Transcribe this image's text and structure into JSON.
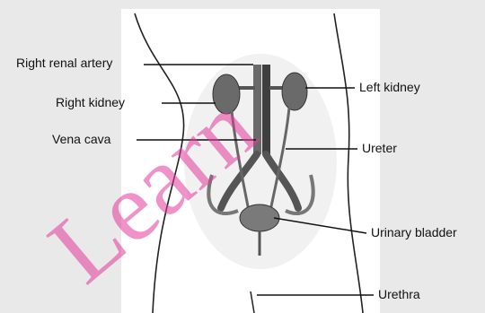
{
  "labels": {
    "right_renal_artery": "Right renal artery",
    "right_kidney": "Right kidney",
    "vena_cava": "Vena cava",
    "left_kidney": "Left kidney",
    "ureter": "Ureter",
    "urinary_bladder": "Urinary bladder",
    "urethra": "Urethra"
  },
  "watermark": "Learn",
  "colors": {
    "background": "#e9e9e9",
    "panel": "#ffffff",
    "watermark": "#e0389a",
    "organ": "#6a6a6a",
    "outline": "#222222"
  }
}
